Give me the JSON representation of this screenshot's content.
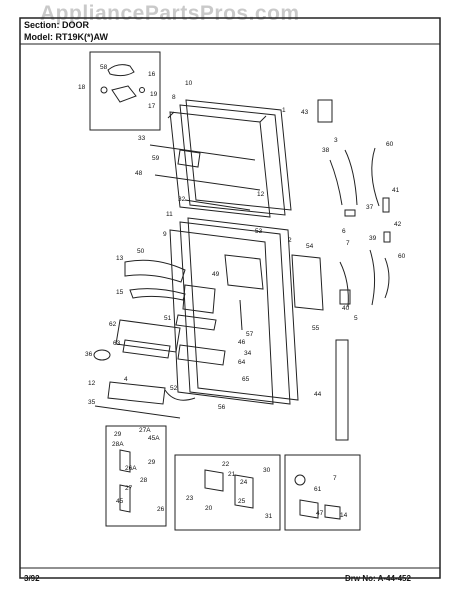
{
  "header": {
    "watermark": "AppliancePartsPros.com",
    "section_label": "Section: DOOR",
    "model_label": "Model: RT19K(*)AW"
  },
  "footer": {
    "date": "3/92",
    "drawing_number": "Drw No: A-44-452"
  },
  "callouts": [
    {
      "id": "c58",
      "text": "58"
    },
    {
      "id": "c16",
      "text": "16"
    },
    {
      "id": "c18",
      "text": "18"
    },
    {
      "id": "c19",
      "text": "19"
    },
    {
      "id": "c17",
      "text": "17"
    },
    {
      "id": "c10",
      "text": "10"
    },
    {
      "id": "c8",
      "text": "8"
    },
    {
      "id": "c1",
      "text": "1"
    },
    {
      "id": "c43",
      "text": "43"
    },
    {
      "id": "c33",
      "text": "33"
    },
    {
      "id": "c59",
      "text": "59"
    },
    {
      "id": "c48",
      "text": "48"
    },
    {
      "id": "c12",
      "text": "12"
    },
    {
      "id": "c32",
      "text": "32"
    },
    {
      "id": "c3",
      "text": "3"
    },
    {
      "id": "c38",
      "text": "38"
    },
    {
      "id": "c60a",
      "text": "60"
    },
    {
      "id": "c37",
      "text": "37"
    },
    {
      "id": "c41",
      "text": "41"
    },
    {
      "id": "c11",
      "text": "11"
    },
    {
      "id": "c9",
      "text": "9"
    },
    {
      "id": "c2",
      "text": "2"
    },
    {
      "id": "c53",
      "text": "53"
    },
    {
      "id": "c54",
      "text": "54"
    },
    {
      "id": "c6",
      "text": "6"
    },
    {
      "id": "c7",
      "text": "7"
    },
    {
      "id": "c42",
      "text": "42"
    },
    {
      "id": "c39",
      "text": "39"
    },
    {
      "id": "c60b",
      "text": "60"
    },
    {
      "id": "c13",
      "text": "13"
    },
    {
      "id": "c50",
      "text": "50"
    },
    {
      "id": "c49",
      "text": "49"
    },
    {
      "id": "c15",
      "text": "15"
    },
    {
      "id": "c51",
      "text": "51"
    },
    {
      "id": "c62",
      "text": "62"
    },
    {
      "id": "c63",
      "text": "63"
    },
    {
      "id": "c36",
      "text": "36"
    },
    {
      "id": "c46",
      "text": "46"
    },
    {
      "id": "c34",
      "text": "34"
    },
    {
      "id": "c57",
      "text": "57"
    },
    {
      "id": "c55",
      "text": "55"
    },
    {
      "id": "c40",
      "text": "40"
    },
    {
      "id": "c5",
      "text": "5"
    },
    {
      "id": "c64",
      "text": "64"
    },
    {
      "id": "c65",
      "text": "65"
    },
    {
      "id": "c4",
      "text": "4"
    },
    {
      "id": "c12b",
      "text": "12"
    },
    {
      "id": "c35",
      "text": "35"
    },
    {
      "id": "c52",
      "text": "52"
    },
    {
      "id": "c56",
      "text": "56"
    },
    {
      "id": "c44",
      "text": "44"
    },
    {
      "id": "c29a",
      "text": "29"
    },
    {
      "id": "c27A",
      "text": "27A"
    },
    {
      "id": "c28A",
      "text": "28A"
    },
    {
      "id": "c45A",
      "text": "45A"
    },
    {
      "id": "c26A",
      "text": "26A"
    },
    {
      "id": "c29b",
      "text": "29"
    },
    {
      "id": "c28",
      "text": "28"
    },
    {
      "id": "c27",
      "text": "27"
    },
    {
      "id": "c45",
      "text": "45"
    },
    {
      "id": "c26",
      "text": "26"
    },
    {
      "id": "c22",
      "text": "22"
    },
    {
      "id": "c21",
      "text": "21"
    },
    {
      "id": "c30",
      "text": "30"
    },
    {
      "id": "c24",
      "text": "24"
    },
    {
      "id": "c23",
      "text": "23"
    },
    {
      "id": "c20",
      "text": "20"
    },
    {
      "id": "c25",
      "text": "25"
    },
    {
      "id": "c31",
      "text": "31"
    },
    {
      "id": "c7b",
      "text": "7"
    },
    {
      "id": "c61",
      "text": "61"
    },
    {
      "id": "c47",
      "text": "47"
    },
    {
      "id": "c14",
      "text": "14"
    }
  ]
}
